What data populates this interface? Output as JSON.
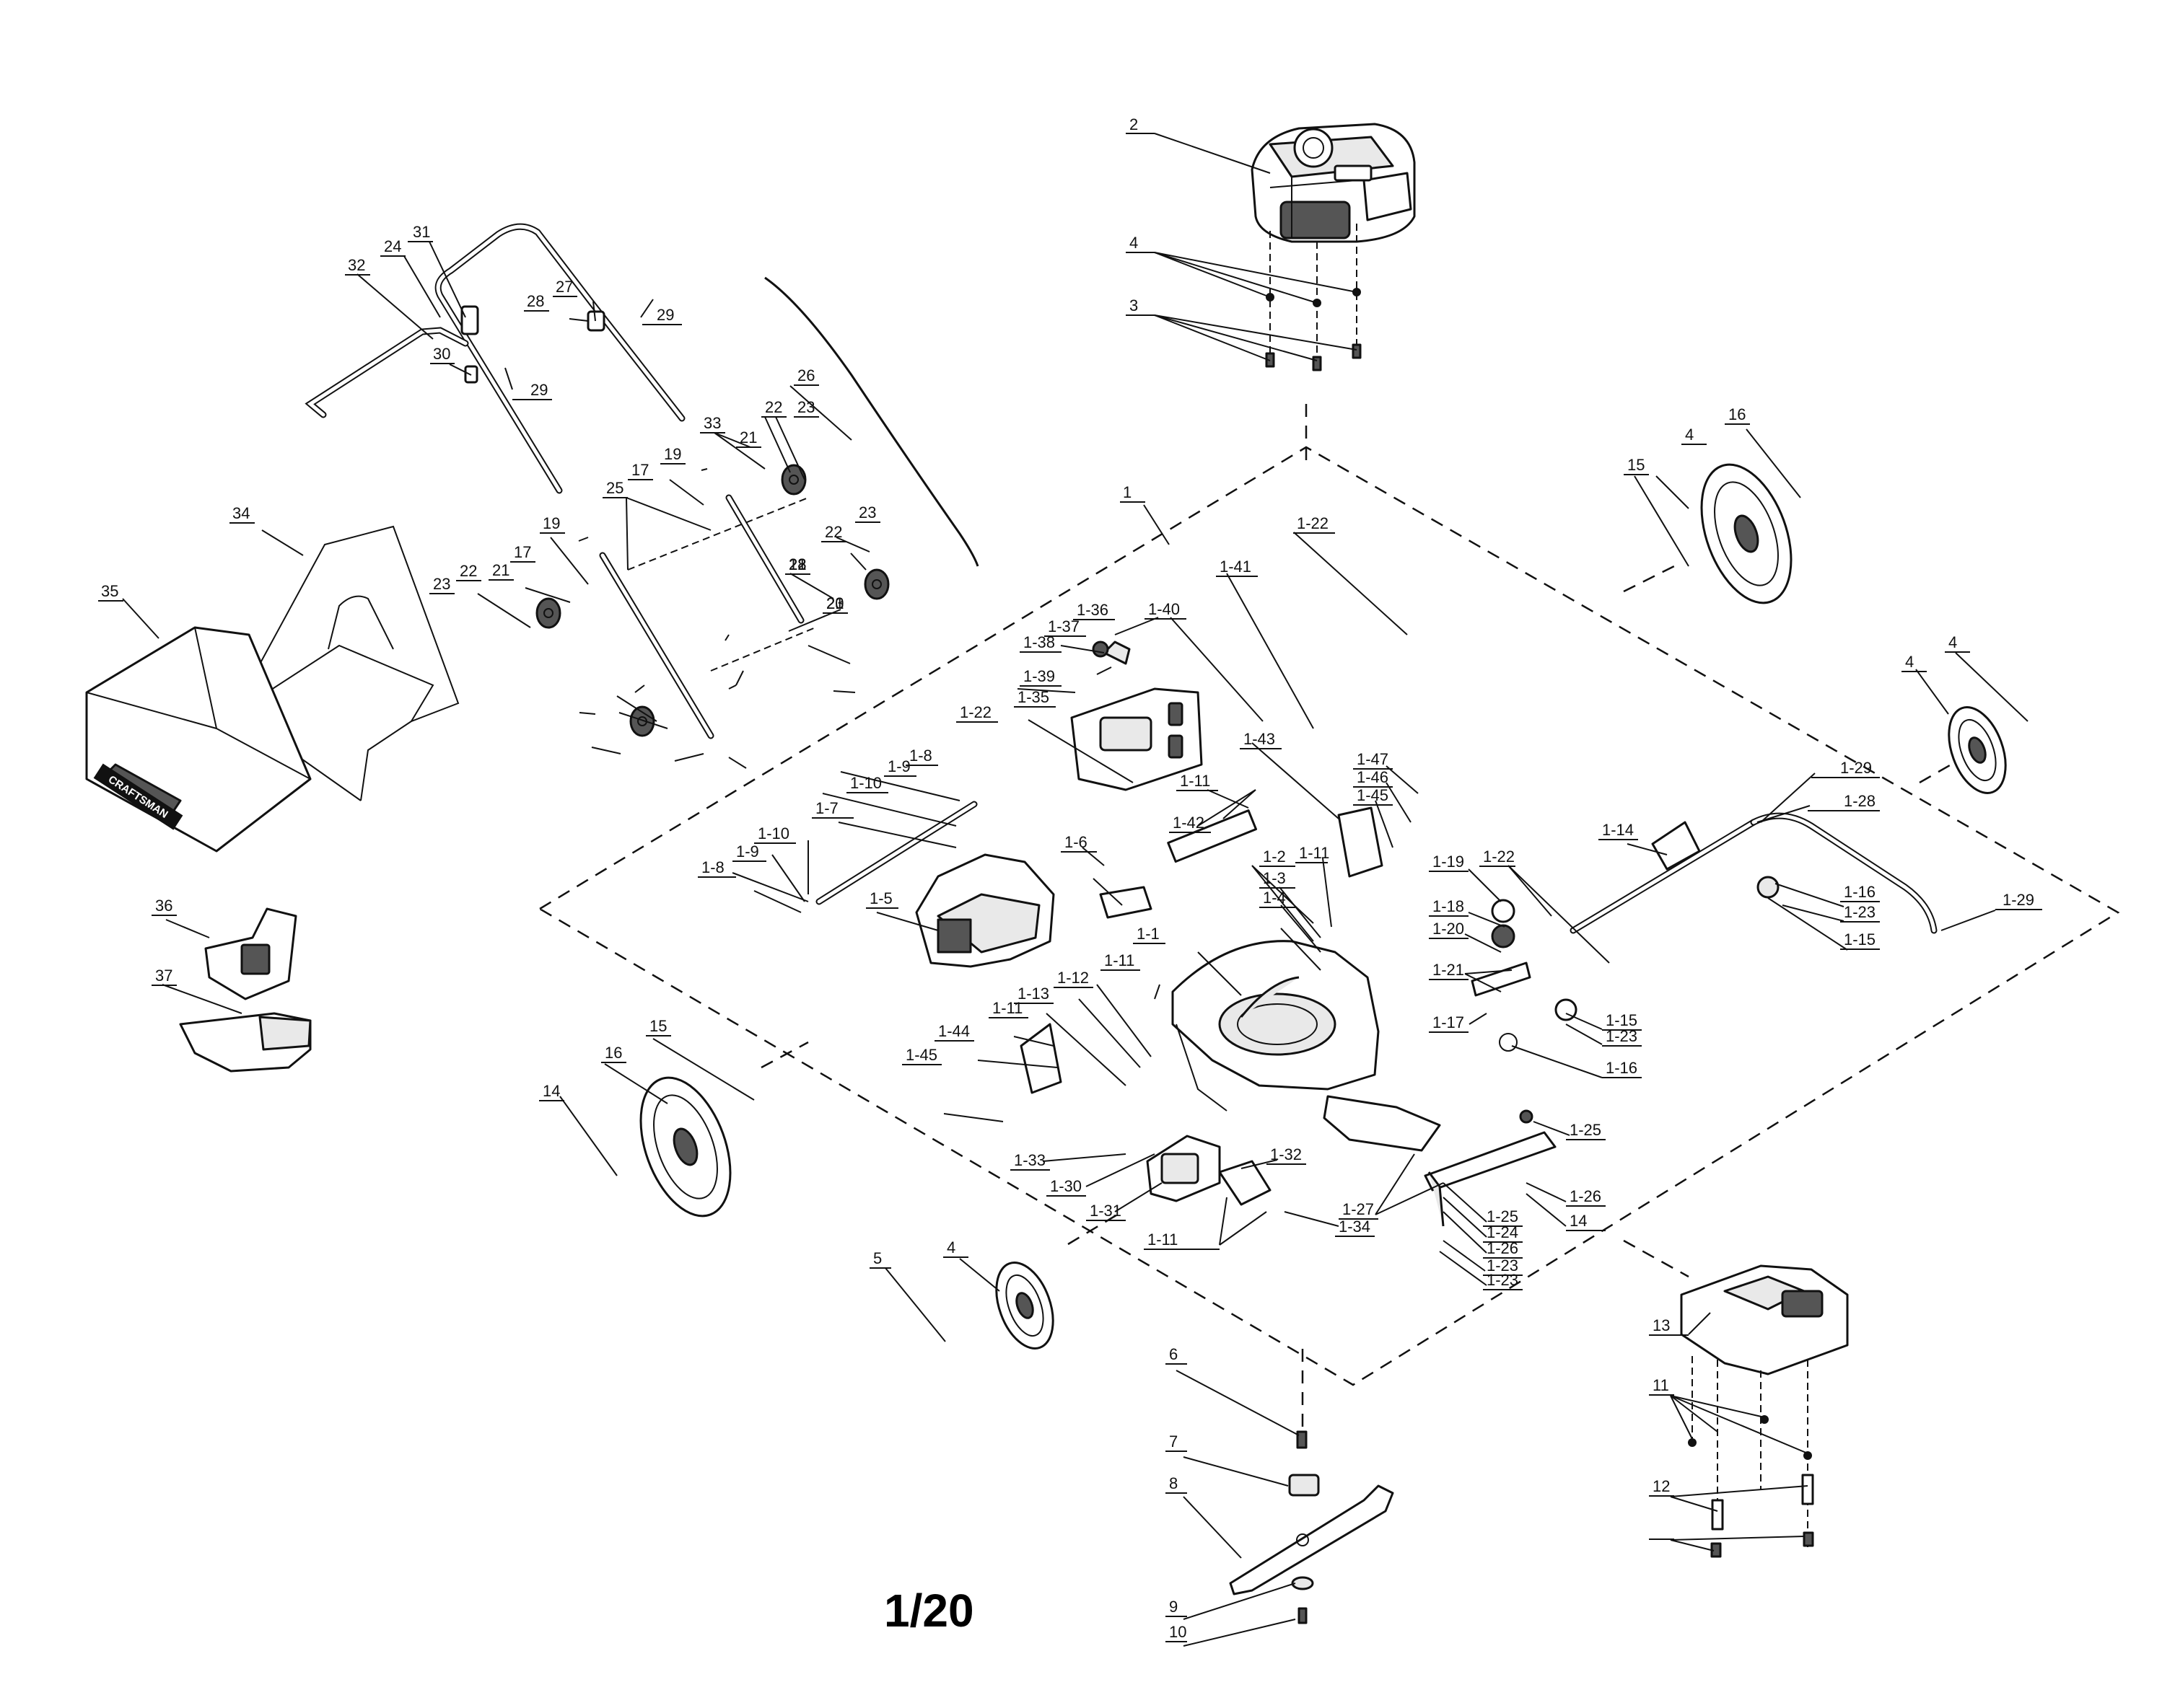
{
  "page_label": "1/20",
  "brand_label": "CRAFTSMAN",
  "callouts": [
    {
      "id": "2"
    },
    {
      "id": "4"
    },
    {
      "id": "3"
    },
    {
      "id": "31"
    },
    {
      "id": "24"
    },
    {
      "id": "32"
    },
    {
      "id": "28"
    },
    {
      "id": "27"
    },
    {
      "id": "29"
    },
    {
      "id": "30"
    },
    {
      "id": "29"
    },
    {
      "id": "26"
    },
    {
      "id": "22"
    },
    {
      "id": "23"
    },
    {
      "id": "33"
    },
    {
      "id": "21"
    },
    {
      "id": "19"
    },
    {
      "id": "17"
    },
    {
      "id": "25"
    },
    {
      "id": "19"
    },
    {
      "id": "17"
    },
    {
      "id": "21"
    },
    {
      "id": "22"
    },
    {
      "id": "23"
    },
    {
      "id": "22"
    },
    {
      "id": "23"
    },
    {
      "id": "21"
    },
    {
      "id": "20"
    },
    {
      "id": "18"
    },
    {
      "id": "21"
    },
    {
      "id": "22"
    },
    {
      "id": "23"
    },
    {
      "id": "18"
    },
    {
      "id": "34"
    },
    {
      "id": "35"
    },
    {
      "id": "36"
    },
    {
      "id": "37"
    },
    {
      "id": "1"
    },
    {
      "id": "1-22"
    },
    {
      "id": "1-41"
    },
    {
      "id": "1-40"
    },
    {
      "id": "1-36"
    },
    {
      "id": "1-37"
    },
    {
      "id": "1-38"
    },
    {
      "id": "1-39"
    },
    {
      "id": "1-35"
    },
    {
      "id": "1-22"
    },
    {
      "id": "1-43"
    },
    {
      "id": "1-11"
    },
    {
      "id": "1-8"
    },
    {
      "id": "1-9"
    },
    {
      "id": "1-10"
    },
    {
      "id": "1-7"
    },
    {
      "id": "1-10"
    },
    {
      "id": "1-9"
    },
    {
      "id": "1-8"
    },
    {
      "id": "1-42"
    },
    {
      "id": "1-6"
    },
    {
      "id": "1-5"
    },
    {
      "id": "1-11"
    },
    {
      "id": "1-2"
    },
    {
      "id": "1-3"
    },
    {
      "id": "1-4"
    },
    {
      "id": "1-1"
    },
    {
      "id": "1-47"
    },
    {
      "id": "1-46"
    },
    {
      "id": "1-45"
    },
    {
      "id": "1-19"
    },
    {
      "id": "1-18"
    },
    {
      "id": "1-20"
    },
    {
      "id": "1-21"
    },
    {
      "id": "1-17"
    },
    {
      "id": "1-22"
    },
    {
      "id": "1-14"
    },
    {
      "id": "1-29"
    },
    {
      "id": "1-28"
    },
    {
      "id": "1-16"
    },
    {
      "id": "1-23"
    },
    {
      "id": "1-15"
    },
    {
      "id": "1-29"
    },
    {
      "id": "1-15"
    },
    {
      "id": "1-23"
    },
    {
      "id": "1-16"
    },
    {
      "id": "1-11"
    },
    {
      "id": "1-13"
    },
    {
      "id": "1-12"
    },
    {
      "id": "1-11"
    },
    {
      "id": "1-44"
    },
    {
      "id": "1-45"
    },
    {
      "id": "1-33"
    },
    {
      "id": "1-30"
    },
    {
      "id": "1-31"
    },
    {
      "id": "1-32"
    },
    {
      "id": "1-11"
    },
    {
      "id": "1-34"
    },
    {
      "id": "1-25"
    },
    {
      "id": "1-27"
    },
    {
      "id": "1-25"
    },
    {
      "id": "1-24"
    },
    {
      "id": "1-26"
    },
    {
      "id": "1-23"
    },
    {
      "id": "1-26"
    },
    {
      "id": "1-23"
    },
    {
      "id": "14"
    },
    {
      "id": "15"
    },
    {
      "id": "4"
    },
    {
      "id": "16"
    },
    {
      "id": "4"
    },
    {
      "id": "4"
    },
    {
      "id": "14"
    },
    {
      "id": "15"
    },
    {
      "id": "16"
    },
    {
      "id": "4"
    },
    {
      "id": "5"
    },
    {
      "id": "6"
    },
    {
      "id": "7"
    },
    {
      "id": "8"
    },
    {
      "id": "9"
    },
    {
      "id": "10"
    },
    {
      "id": "13"
    },
    {
      "id": "11"
    },
    {
      "id": "12"
    }
  ]
}
